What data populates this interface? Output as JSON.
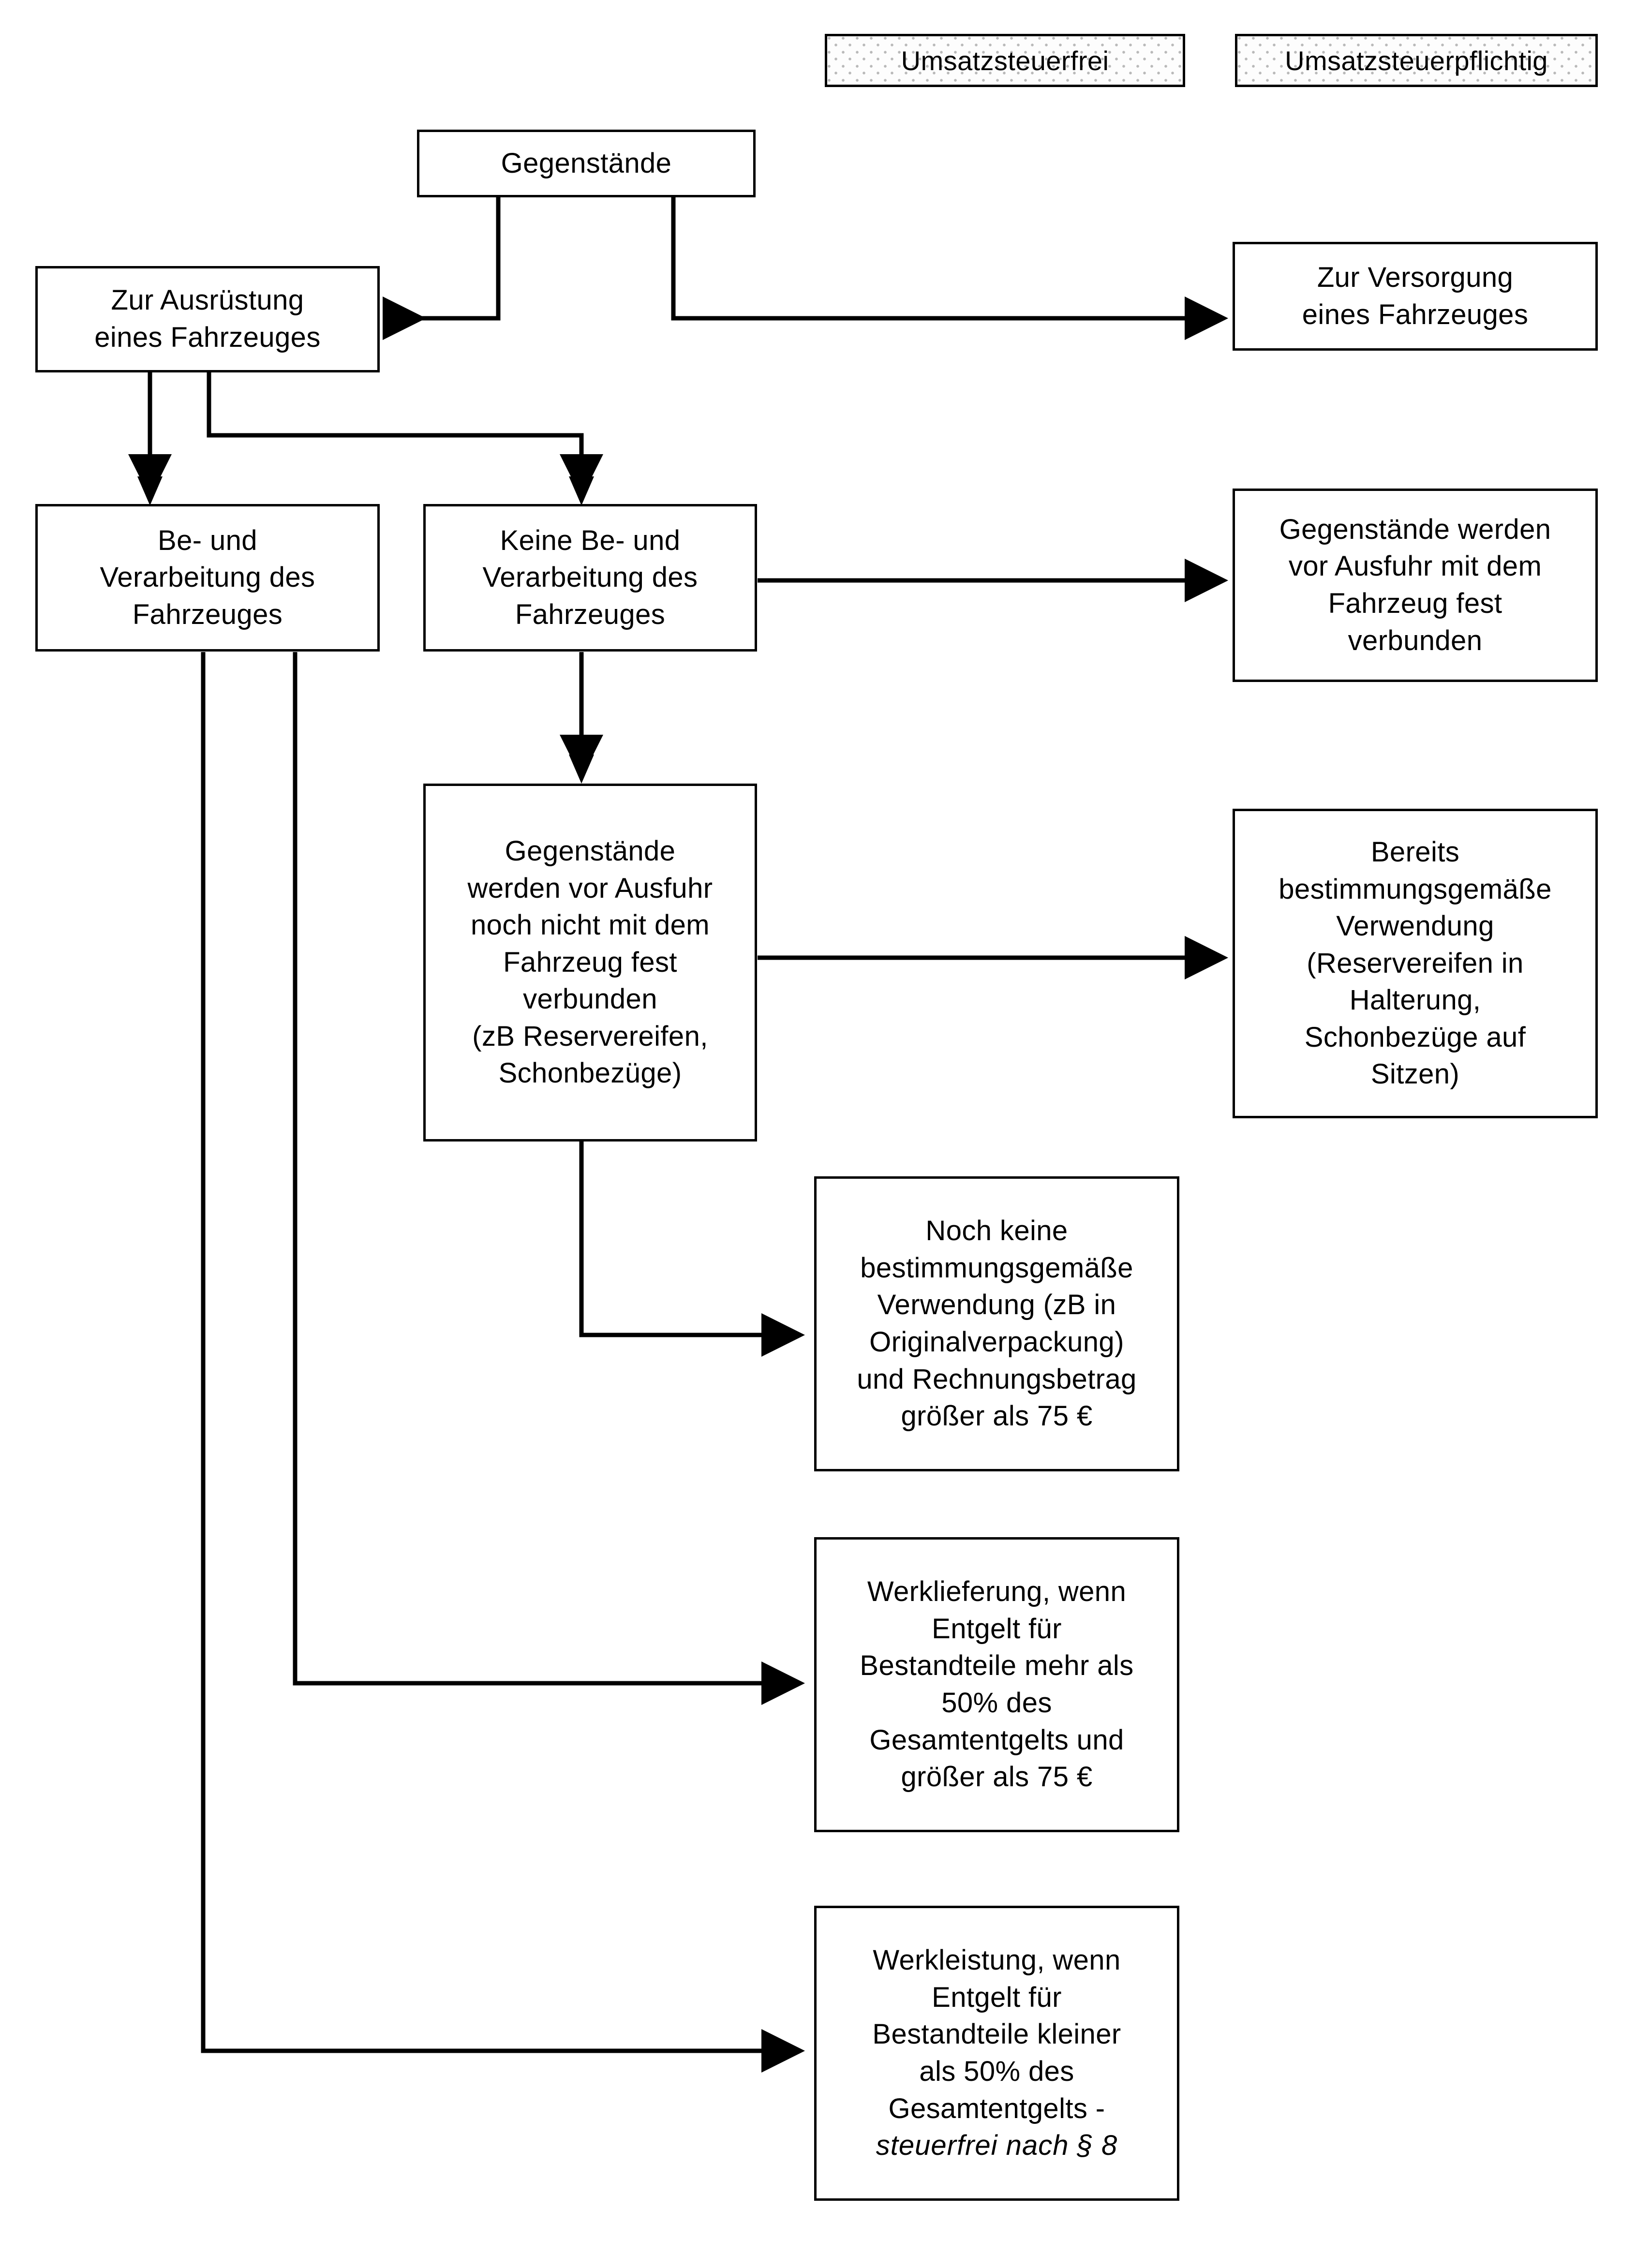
{
  "chart_data": {
    "type": "diagram",
    "title": "Umsatzsteuerliche Behandlung von Gegenständen bei Fahrzeugen",
    "diagram_kind": "flowchart",
    "legend": {
      "position": "top",
      "entries": [
        {
          "id": "tax-free",
          "label": "Umsatzsteuerfrei",
          "fill": "stippled-grey"
        },
        {
          "id": "taxable",
          "label": "Umsatzsteuerpflichtig",
          "fill": "stippled-grey"
        }
      ]
    },
    "nodes": [
      {
        "id": "gegenstaende",
        "label": "Gegenstände"
      },
      {
        "id": "ausruestung",
        "label": "Zur Ausrüstung\neines Fahrzeuges"
      },
      {
        "id": "versorgung",
        "label": "Zur Versorgung\neines Fahrzeuges"
      },
      {
        "id": "be-verarbeitung",
        "label": "Be- und\nVerarbeitung des\nFahrzeuges"
      },
      {
        "id": "keine-be-verarbeitung",
        "label": "Keine Be- und\nVerarbeitung des\nFahrzeuges"
      },
      {
        "id": "fest-verbunden",
        "label": "Gegenstände werden\nvor Ausfuhr mit dem\nFahrzeug fest\nverbunden"
      },
      {
        "id": "noch-nicht-verbunden",
        "label": "Gegenstände\nwerden vor Ausfuhr\nnoch nicht mit dem\nFahrzeug fest\nverbunden\n(zB Reservereifen,\nSchonbezüge)"
      },
      {
        "id": "bereits-bestimmungsgemaess",
        "label": "Bereits\nbestimmungsgemäße\nVerwendung\n(Reservereifen in\nHalterung,\nSchonbezüge auf\nSitzen)"
      },
      {
        "id": "noch-keine-bestimmungsgemaess",
        "label": "Noch keine\nbestimmungsgemäße\nVerwendung (zB in\nOriginalverpackung)\nund Rechnungsbetrag\ngrößer als 75 €"
      },
      {
        "id": "werklieferung",
        "label": "Werklieferung, wenn\nEntgelt für\nBestandteile mehr als\n50% des\nGesamtentgelts und\ngrößer als 75 €"
      },
      {
        "id": "werkleistung",
        "label": "Werkleistung, wenn\nEntgelt für\nBestandteile kleiner\nals 50% des\nGesamtentgelts -",
        "italic_suffix": "steuerfrei nach § 8"
      }
    ],
    "edges": [
      {
        "from": "gegenstaende",
        "to": "ausruestung"
      },
      {
        "from": "gegenstaende",
        "to": "versorgung"
      },
      {
        "from": "ausruestung",
        "to": "be-verarbeitung"
      },
      {
        "from": "ausruestung",
        "to": "keine-be-verarbeitung"
      },
      {
        "from": "keine-be-verarbeitung",
        "to": "fest-verbunden"
      },
      {
        "from": "keine-be-verarbeitung",
        "to": "noch-nicht-verbunden"
      },
      {
        "from": "noch-nicht-verbunden",
        "to": "bereits-bestimmungsgemaess"
      },
      {
        "from": "noch-nicht-verbunden",
        "to": "noch-keine-bestimmungsgemaess"
      },
      {
        "from": "be-verarbeitung",
        "to": "werklieferung"
      },
      {
        "from": "be-verarbeitung",
        "to": "werkleistung"
      }
    ],
    "colors": {
      "stroke": "#000000",
      "fill": "#ffffff",
      "text": "#000000",
      "legend_pattern": "#b9b9b9"
    }
  },
  "legend": {
    "tax_free_label": "Umsatzsteuerfrei",
    "taxable_label": "Umsatzsteuerpflichtig"
  },
  "nodes": {
    "gegenstaende": "Gegenstände",
    "ausruestung": "Zur Ausrüstung\neines Fahrzeuges",
    "versorgung": "Zur Versorgung\neines Fahrzeuges",
    "be_verarbeitung": "Be- und\nVerarbeitung des\nFahrzeuges",
    "keine_be_verarbeitung": "Keine Be- und\nVerarbeitung des\nFahrzeuges",
    "fest_verbunden": "Gegenstände werden\nvor Ausfuhr mit dem\nFahrzeug fest\nverbunden",
    "noch_nicht_verbunden": "Gegenstände\nwerden vor Ausfuhr\nnoch nicht mit dem\nFahrzeug fest\nverbunden\n(zB Reservereifen,\nSchonbezüge)",
    "bereits_bestimmungsgemaess": "Bereits\nbestimmungsgemäße\nVerwendung\n(Reservereifen in\nHalterung,\nSchonbezüge auf\nSitzen)",
    "noch_keine_bestimmungsgemaess": "Noch keine\nbestimmungsgemäße\nVerwendung (zB in\nOriginalverpackung)\nund Rechnungsbetrag\ngrößer als 75 €",
    "werklieferung": "Werklieferung, wenn\nEntgelt für\nBestandteile mehr als\n50% des\nGesamtentgelts und\ngrößer als 75 €",
    "werkleistung_main": "Werkleistung, wenn\nEntgelt für\nBestandteile kleiner\nals 50% des\nGesamtentgelts -",
    "werkleistung_italic": "steuerfrei nach § 8"
  }
}
